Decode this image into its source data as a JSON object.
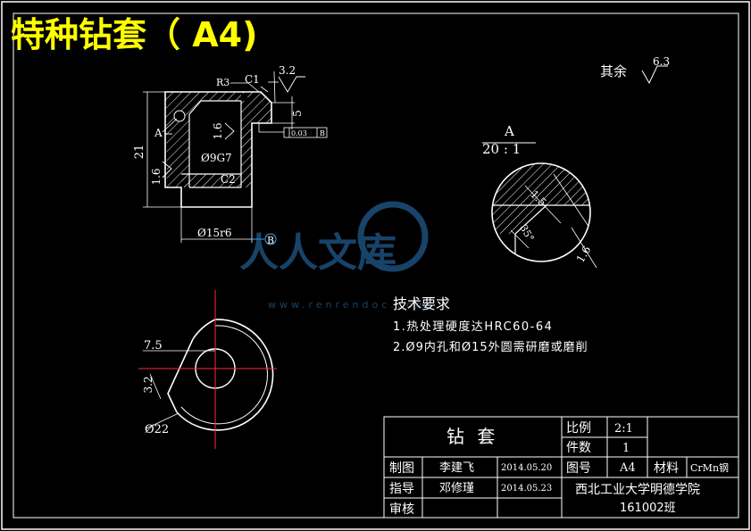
{
  "title": "特种钻套（ A4)",
  "surface_note": {
    "label": "其余",
    "roughness": "6.3"
  },
  "main_view": {
    "r3": "R3",
    "c1": "C1",
    "roughness_top": "3.2",
    "dim_5": "5",
    "dim_21": "21",
    "datum_a": "A",
    "bore_roughness": "1.6",
    "left_roughness": "1.6",
    "bore_fit": "Ø9G7",
    "c2": "C2",
    "od_fit": "Ø15r6",
    "datum_b": "B",
    "tolerance_value": "0.03",
    "tolerance_datum": "B"
  },
  "detail_view": {
    "label": "A",
    "scale": "20 : 1",
    "dim_1_5": "1.5",
    "dim_1_6": "1.6",
    "dim_35": "35°"
  },
  "end_view": {
    "dim_7_5": "7.5",
    "dim_3_2": "3.2",
    "dia_22": "Ø22"
  },
  "watermark": {
    "text": "人人文库",
    "url": "www.renrendoc.com"
  },
  "tech_req": {
    "heading": "技术要求",
    "items": [
      "1.热处理硬度达HRC60-64",
      "2.Ø9内孔和Ø15外圆需研磨或磨削"
    ]
  },
  "title_block": {
    "part_name": "钻 套",
    "scale_label": "比例",
    "scale_value": "2:1",
    "qty_label": "件数",
    "qty_value": "1",
    "drawn_label": "制图",
    "drawn_name": "李建飞",
    "drawn_date": "2014.05.20",
    "drawing_no_label": "图号",
    "drawing_no": "A4",
    "material_label": "材料",
    "material": "CrMn钢",
    "guide_label": "指导",
    "guide_name": "邓修瑾",
    "guide_date": "2014.05.23",
    "review_label": "审核",
    "school": "西北工业大学明德学院",
    "class": "161002班"
  }
}
